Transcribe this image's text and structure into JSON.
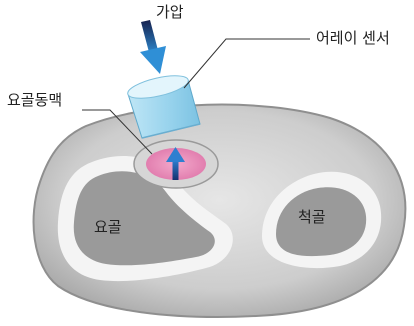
{
  "labels": {
    "pressure": "가압",
    "sensor": "어레이 센서",
    "artery": "요골동맥",
    "radius": "요골",
    "ulna": "척골"
  },
  "colors": {
    "wrist_fill": "#cdcdcd",
    "wrist_edge": "#8f8f8f",
    "tissue_ring": "#f2f2f2",
    "bone_fill": "#9c9c9c",
    "artery_fill": "#e789b6",
    "sensor_body": "#9cd6ee",
    "sensor_top": "#e3f5fc",
    "pressure_arrow": "#1f6fb5",
    "blood_arrow": "#1b4fa0"
  },
  "icons": {
    "pressure_arrow": "arrow-down-icon",
    "blood_flow_arrow": "arrow-up-icon"
  }
}
